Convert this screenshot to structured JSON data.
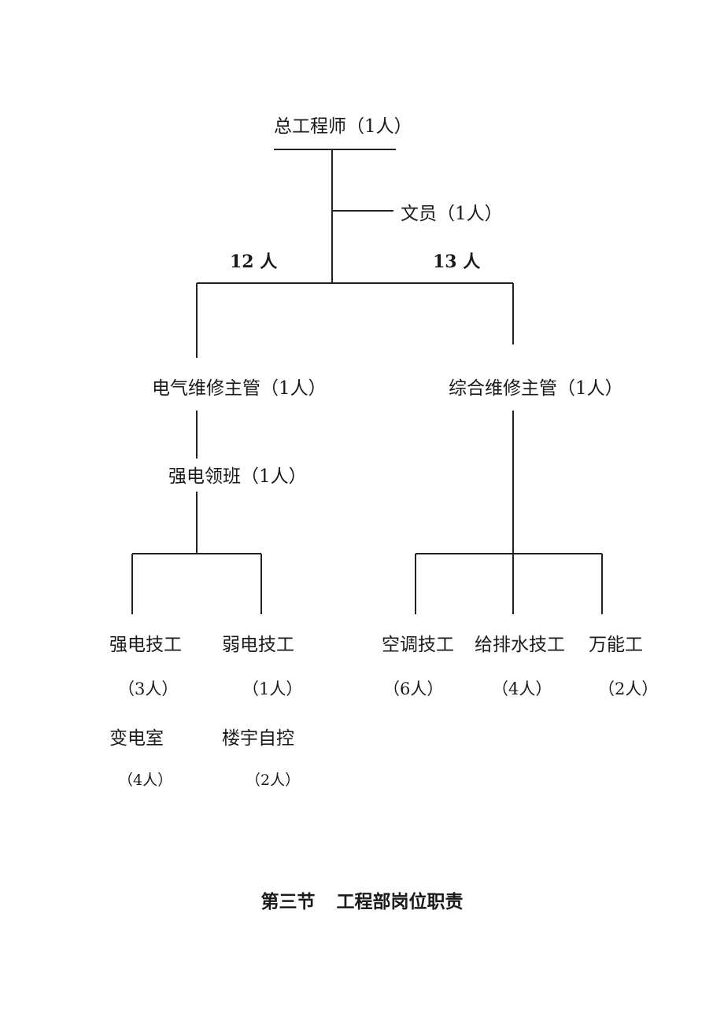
{
  "org_chart": {
    "root": "总工程师（1人）",
    "clerk": "文员（1人）",
    "left_count": "12 人",
    "right_count": "13 人",
    "electrical_supervisor": "电气维修主管（1人）",
    "general_supervisor": "综合维修主管（1人）",
    "strong_current_lead": "强电领班（1人）",
    "strong_tech": "强电技工",
    "strong_tech_count": "（3人）",
    "substation": "变电室",
    "substation_count": "（4人）",
    "weak_tech": "弱电技工",
    "weak_tech_count": "（1人）",
    "building_automation": "楼宇自控",
    "building_automation_count": "（2人）",
    "hvac_tech": "空调技工",
    "hvac_tech_count": "（6人）",
    "plumbing_tech": "给排水技工",
    "plumbing_tech_count": "（4人）",
    "handyman": "万能工",
    "handyman_count": "（2人）"
  },
  "section": {
    "number": "第三节",
    "title": "工程部岗位职责"
  }
}
